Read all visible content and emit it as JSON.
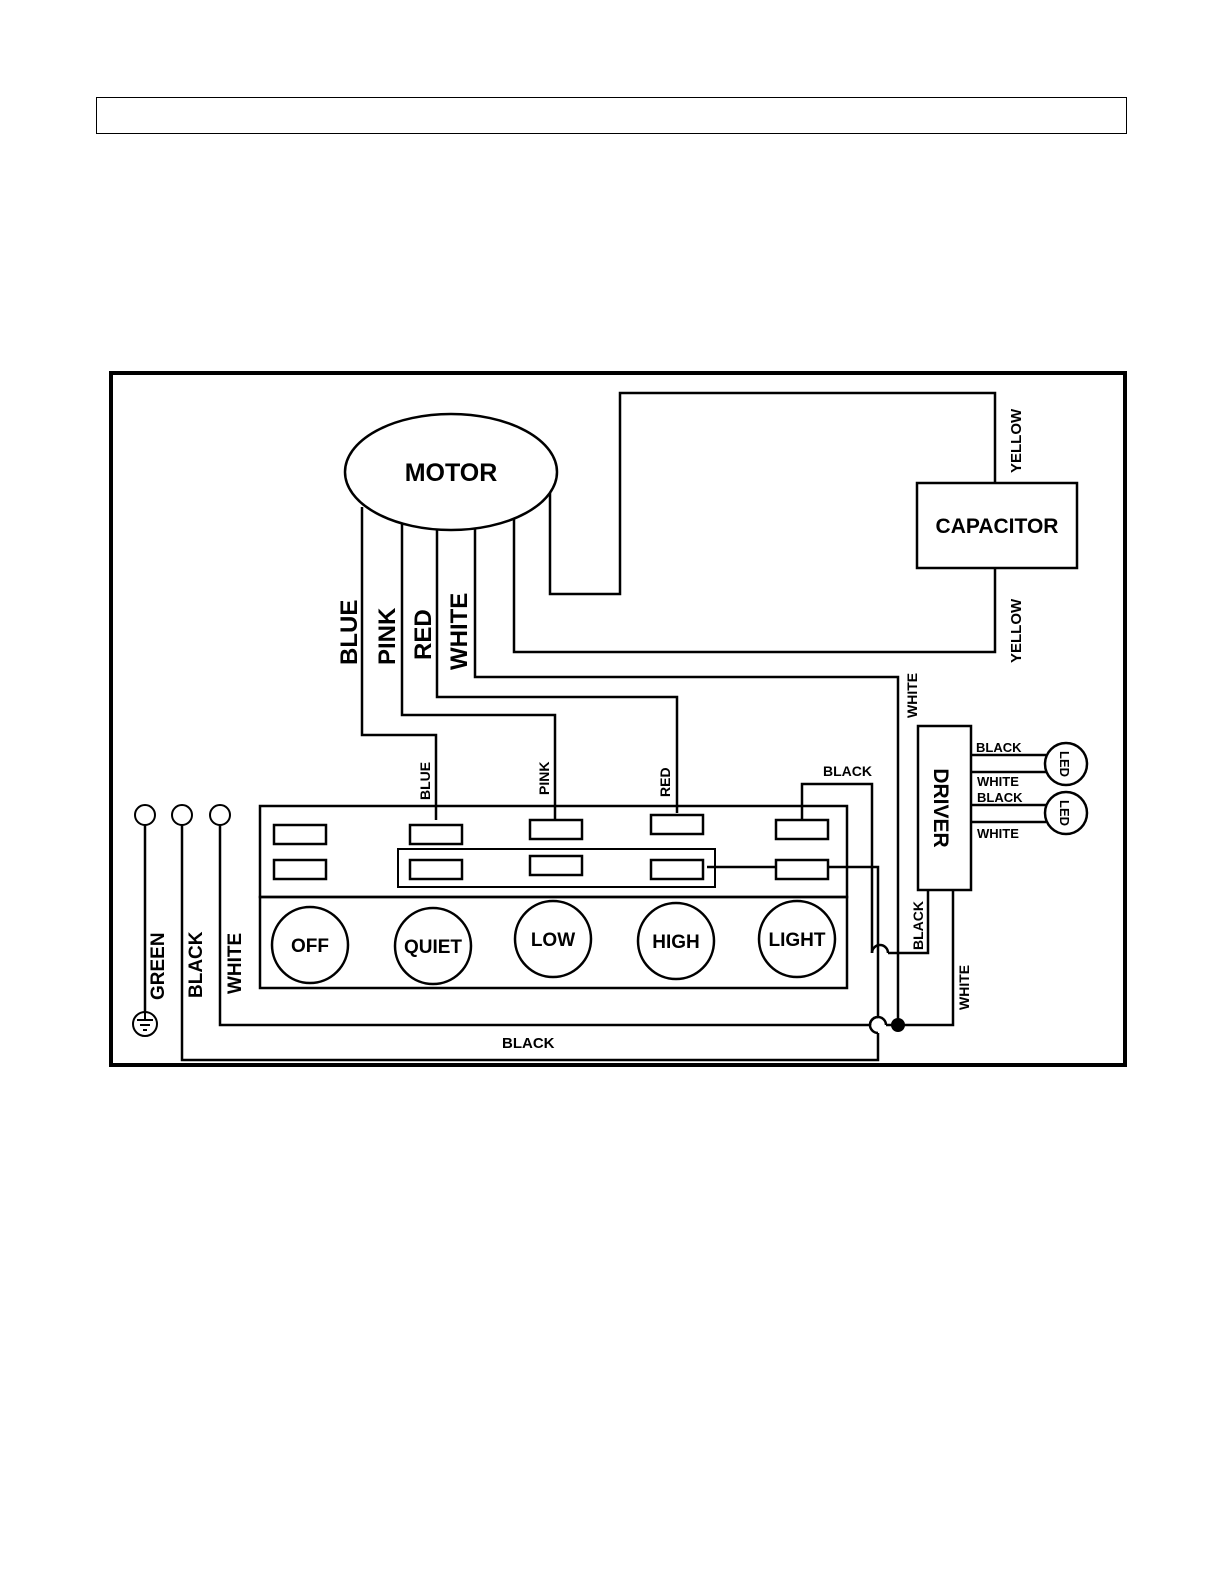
{
  "colors": {
    "ink": "#000000",
    "paper": "#ffffff"
  },
  "components": {
    "motor": "MOTOR",
    "capacitor": "CAPACITOR",
    "driver": "DRIVER",
    "led": "LED"
  },
  "buttons": [
    "OFF",
    "QUIET",
    "LOW",
    "HIGH",
    "LIGHT"
  ],
  "wires": {
    "blue": "BLUE",
    "pink": "PINK",
    "red": "RED",
    "white": "WHITE",
    "yellow": "YELLOW",
    "black": "BLACK",
    "green": "GREEN"
  },
  "icons": {
    "ground": "ground-symbol-icon"
  }
}
